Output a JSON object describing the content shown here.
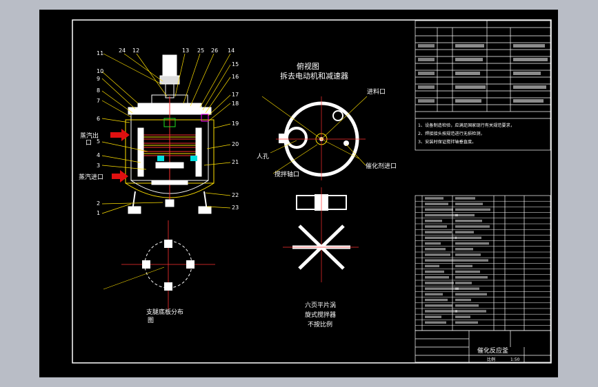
{
  "drawing": {
    "top_view_title": "俯视图",
    "top_view_subtitle": "拆去电动机和减速器",
    "agitator_caption": [
      "六页平片涡",
      "旋式搅拌器",
      "不按比例"
    ],
    "support_caption": [
      "支腿底板分布",
      "图"
    ],
    "labels": {
      "steam_out": [
        "蒸汽出",
        "口"
      ],
      "steam_in": "蒸汽进口",
      "feed_inlet": "进料口",
      "manhole": "人孔",
      "agitator_port": "搅拌轴口",
      "catalyst_inlet": "催化剂进口"
    },
    "part_numbers_left": [
      "11",
      "10",
      "9",
      "8",
      "7",
      "6",
      "5",
      "4",
      "3",
      "2",
      "1"
    ],
    "part_numbers_top": [
      "24",
      "12",
      "13",
      "25",
      "26",
      "14"
    ],
    "part_numbers_right": [
      "15",
      "16",
      "17",
      "18",
      "19",
      "20",
      "21",
      "22",
      "23"
    ]
  },
  "title_block": {
    "main_title": "催化反应釜",
    "sheet": "1:50",
    "scale_label": "比例"
  },
  "tech_notes": [
    "1、设备制造检验，应满足国家现行有关规范要求，",
    "2、焊接接头按规范进行无损检测，",
    "3、安装时保证搅拌轴垂直度。"
  ],
  "colors": {
    "background": "#000000",
    "frame": "#ffffff",
    "accent_red": "#e01010",
    "accent_yellow": "#ffe000",
    "accent_cyan": "#00e0e0",
    "accent_green": "#20e020",
    "accent_magenta": "#ff00ff"
  }
}
